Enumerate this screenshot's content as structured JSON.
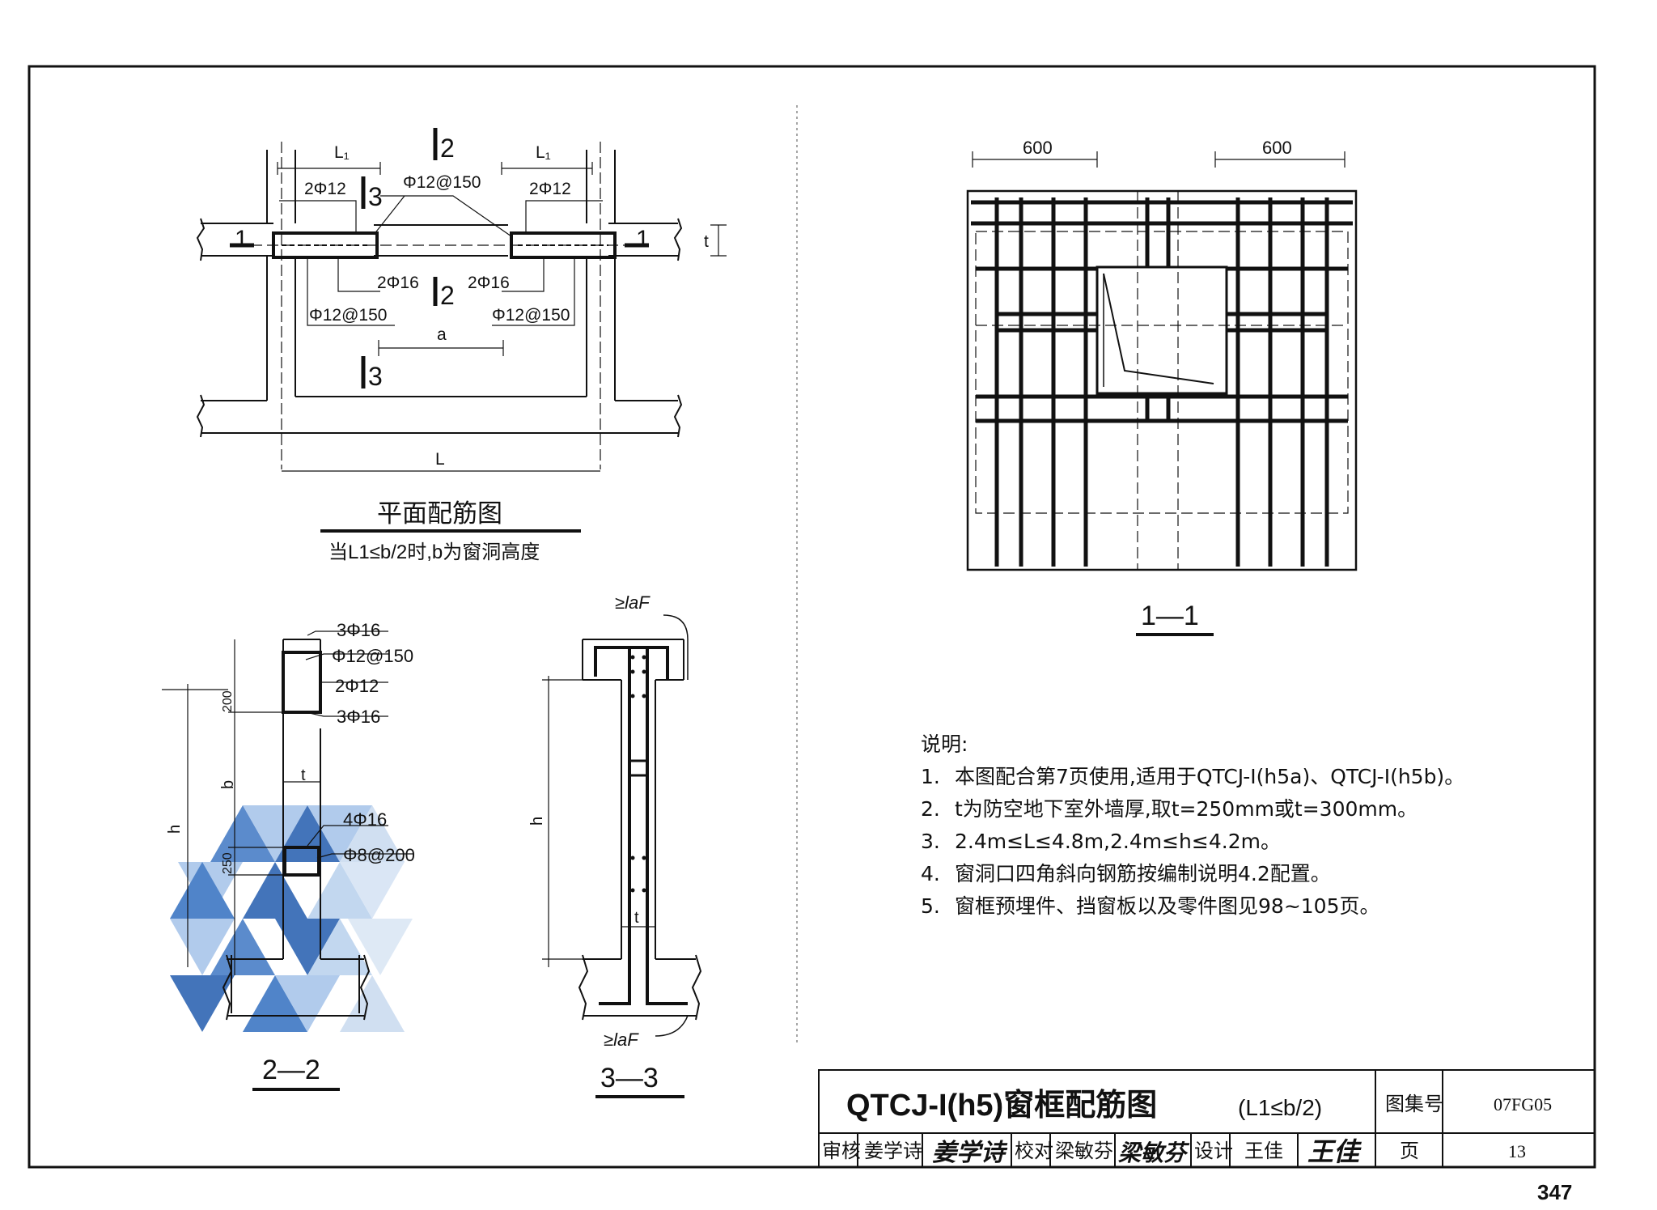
{
  "plan": {
    "title": "平面配筋图",
    "subtitle": "当L1≤b/2时,b为窗洞高度",
    "labels": {
      "L1_left": "L₁",
      "L1_right": "L₁",
      "bar_top_left": "2Φ12",
      "bar_top_right": "2Φ12",
      "stirrup_top": "Φ12@150",
      "bar_bottom_left": "2Φ16",
      "bar_bottom_right": "2Φ16",
      "stirrup_bottom_left": "Φ12@150",
      "stirrup_bottom_right": "Φ12@150",
      "dim_a": "a",
      "dim_L": "L",
      "dim_t": "t",
      "cut_1": "1",
      "cut_2": "2",
      "cut_3": "3"
    }
  },
  "section_11": {
    "title": "1—1",
    "dim_left": "600",
    "dim_right": "600"
  },
  "section_22": {
    "title": "2—2",
    "labels": {
      "top_bars": "3Φ16",
      "stirrup": "Φ12@150",
      "side_bars": "2Φ12",
      "bottom_bars": "3Φ16",
      "lintel_bars": "4Φ16",
      "lintel_stirrup": "Φ8@200",
      "dim_200": "200",
      "dim_250": "250",
      "dim_b": "b",
      "dim_h": "h",
      "dim_t": "t"
    }
  },
  "section_33": {
    "title": "3—3",
    "anchor_top": "≥laF",
    "anchor_bottom": "≥laF",
    "dim_h": "h",
    "dim_t": "t"
  },
  "notes": {
    "heading": "说明:",
    "items": [
      "本图配合第7页使用,适用于QTCJ-I(h5a)、QTCJ-I(h5b)。",
      "t为防空地下室外墙厚,取t=250mm或t=300mm。",
      "2.4m≤L≤4.8m,2.4m≤h≤4.2m。",
      "窗洞口四角斜向钢筋按编制说明4.2配置。",
      "窗框预埋件、挡窗板以及零件图见98~105页。"
    ],
    "numbers": [
      "1.",
      "2.",
      "3.",
      "4.",
      "5."
    ]
  },
  "title_block": {
    "title": "QTCJ-I(h5)窗框配筋图",
    "title_suffix": "(L1≤b/2)",
    "atlas_label": "图集号",
    "atlas_no": "07FG05",
    "page_label": "页",
    "page_no": "13",
    "review_label": "审核",
    "review_name": "姜学诗",
    "review_sign": "姜学诗",
    "check_label": "校对",
    "check_name": "梁敏芬",
    "check_sign": "梁敏芬",
    "design_label": "设计",
    "design_name": "王佳",
    "design_sign": "王佳"
  },
  "page_number": "347"
}
